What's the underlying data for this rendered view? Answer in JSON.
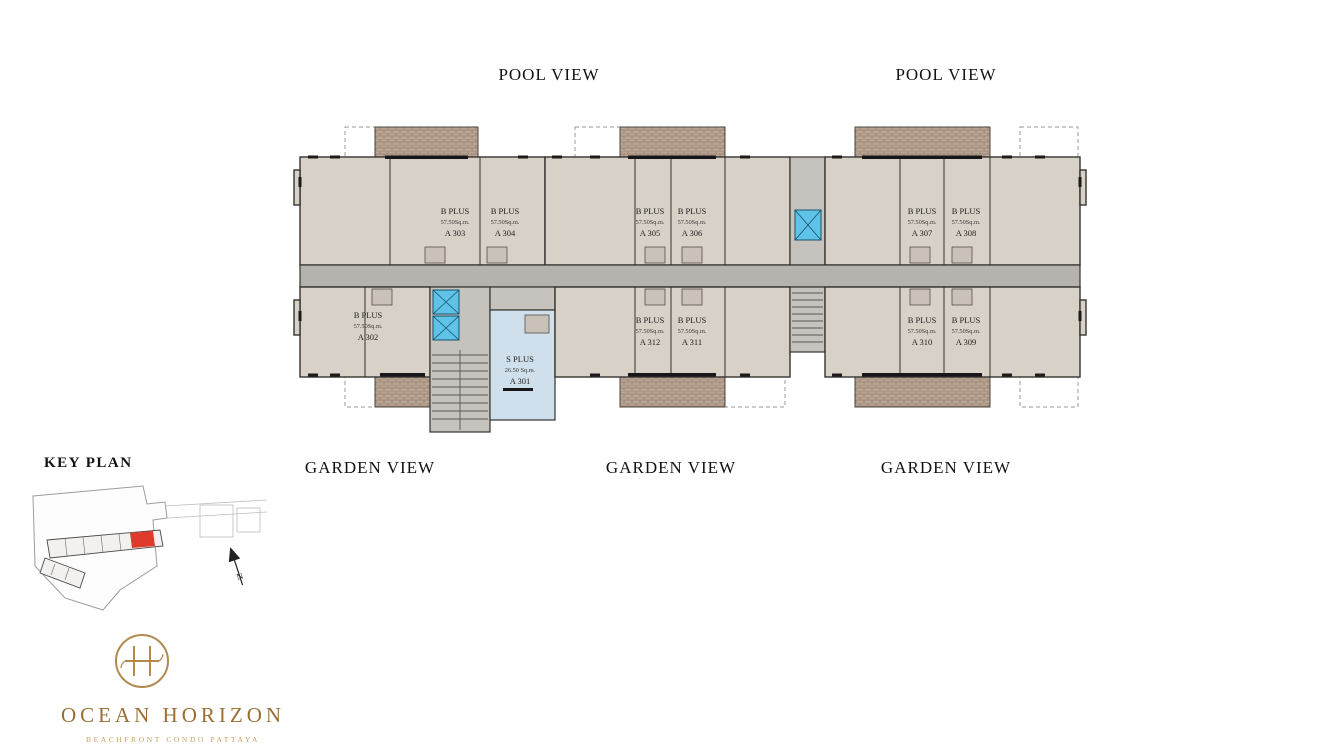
{
  "headings": {
    "pool_view_left": "POOL VIEW",
    "pool_view_right": "POOL VIEW",
    "garden_view_left": "GARDEN VIEW",
    "garden_view_center": "GARDEN VIEW",
    "garden_view_right": "GARDEN VIEW",
    "key_plan": "KEY PLAN"
  },
  "units": [
    {
      "id": "A 303",
      "type": "B PLUS",
      "area": "57.50Sq.m."
    },
    {
      "id": "A 304",
      "type": "B PLUS",
      "area": "57.50Sq.m."
    },
    {
      "id": "A 305",
      "type": "B PLUS",
      "area": "57.50Sq.m."
    },
    {
      "id": "A 306",
      "type": "B PLUS",
      "area": "57.50Sq.m."
    },
    {
      "id": "A 307",
      "type": "B PLUS",
      "area": "57.50Sq.m."
    },
    {
      "id": "A 308",
      "type": "B PLUS",
      "area": "57.50Sq.m."
    },
    {
      "id": "A 302",
      "type": "B PLUS",
      "area": "57.50Sq.m."
    },
    {
      "id": "A 312",
      "type": "B PLUS",
      "area": "57.50Sq.m."
    },
    {
      "id": "A 311",
      "type": "B PLUS",
      "area": "57.50Sq.m."
    },
    {
      "id": "A 310",
      "type": "B PLUS",
      "area": "57.50Sq.m."
    },
    {
      "id": "A 309",
      "type": "B PLUS",
      "area": "57.50Sq.m."
    },
    {
      "id": "A 301",
      "type": "S PLUS",
      "area": "26.50 Sq.m."
    }
  ],
  "key_plan": {
    "north_label": "N"
  },
  "brand": {
    "name": "OCEAN HORIZON",
    "tagline": "BEACHFRONT CONDO PATTAYA"
  },
  "colors": {
    "accent_gold": "#b08a4f",
    "brand_text_gold": "#9a6f33",
    "tagline_gold": "#c9a05e",
    "highlight_red": "#e03a2c",
    "elevator_blue": "#5fc3e8",
    "unit_fill": "#d8d1c8",
    "corridor_gray": "#b6b3af",
    "splus_blue": "#cfdfeb"
  }
}
